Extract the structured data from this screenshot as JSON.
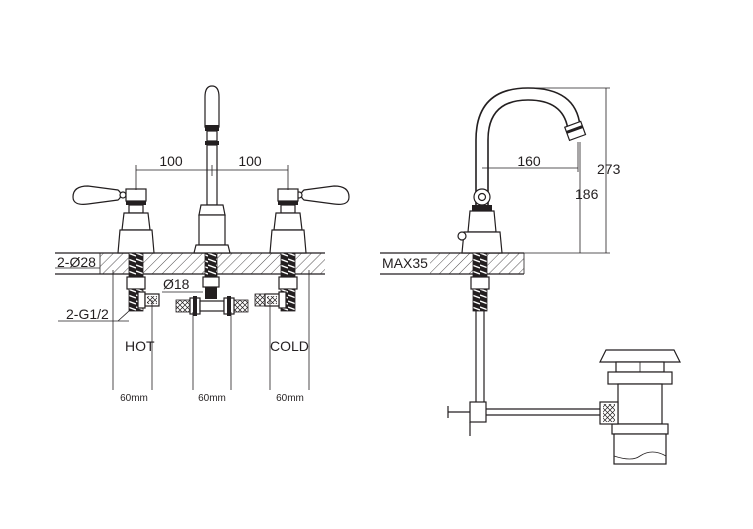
{
  "labels": {
    "dim_left": "100",
    "dim_right": "100",
    "hole_dia": "2-Ø28",
    "center_dia": "Ø18",
    "thread": "2-G1/2",
    "hot": "HOT",
    "cold": "COLD",
    "spacing_1": "60mm",
    "spacing_2": "60mm",
    "spacing_3": "60mm",
    "max_thickness": "MAX35",
    "reach": "160",
    "height_total": "273",
    "height_spout": "186"
  }
}
